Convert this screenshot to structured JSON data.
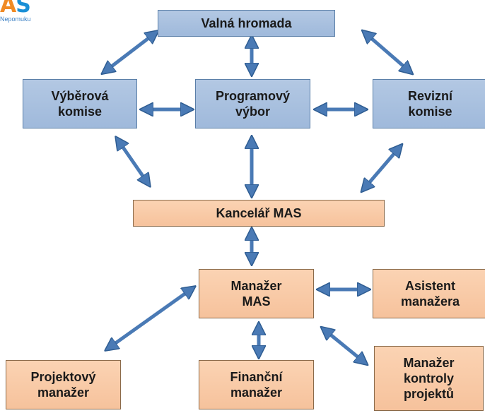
{
  "logo": {
    "mark_a": "A",
    "mark_s": "S",
    "subtitle": "Nepomuku"
  },
  "nodes": {
    "valna_hromada": "Valná hromada",
    "vyberova_komise": "Výběrová\nkomise",
    "programovy_vybor": "Programový\nvýbor",
    "revizni_komise": "Revizní\nkomise",
    "kancelar_mas": "Kancelář MAS",
    "manazer_mas": "Manažer\nMAS",
    "asistent_manazera": "Asistent\nmanažera",
    "projektovy_manazer": "Projektový\nmanažer",
    "financni_manazer": "Finanční\nmanažer",
    "manazer_kontroly": "Manažer\nkontroly\nprojektů"
  },
  "colors": {
    "blue_box": "#a9c1e0",
    "orange_box": "#f8c9a6",
    "arrow": "#4a7ab5"
  }
}
